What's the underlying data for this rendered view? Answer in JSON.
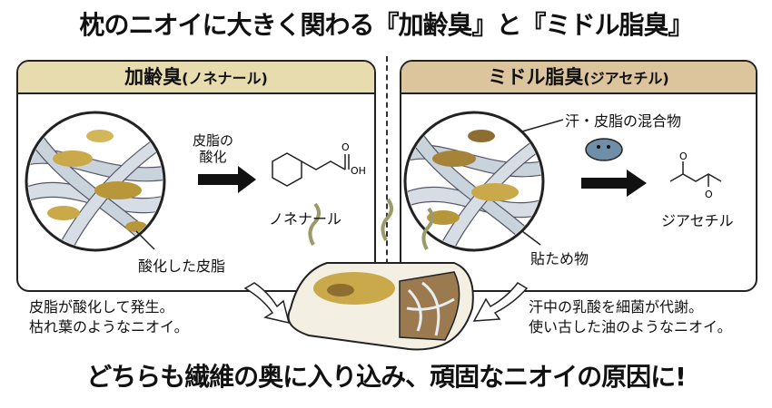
{
  "title": "枕のニオイに大きく関わる『加齢臭』と『ミドル脂臭』",
  "left_panel": {
    "header": "加齢臭",
    "header_sub": "(ノネナール)",
    "process_label_1": "皮脂の",
    "process_label_2": "酸化",
    "fiber_label": "酸化した皮脂",
    "molecule_name": "ノネナール",
    "molecule_atoms": [
      "O",
      "OH"
    ],
    "description": [
      "皮脂が酸化して発生。",
      "枯れ葉のようなニオイ。"
    ]
  },
  "right_panel": {
    "header": "ミドル脂臭",
    "header_sub": "(ジアセチル)",
    "mixture_label": "汗・皮脂の混合物",
    "deposit_label": "貼ため物",
    "molecule_name": "ジアセチル",
    "molecule_atoms": [
      "O",
      "O"
    ],
    "description": [
      "汗中の乳酸を細菌が代謝。",
      "使い古した油のようなニオイ。"
    ]
  },
  "bottom_caption": "どちらも繊維の奥に入り込み、頑固なニオイの原因に!",
  "colors": {
    "left_header": "#e6dcae",
    "right_header": "#dcc49c",
    "stain": "#c9a94a",
    "fiber": "#c9d3dc"
  }
}
